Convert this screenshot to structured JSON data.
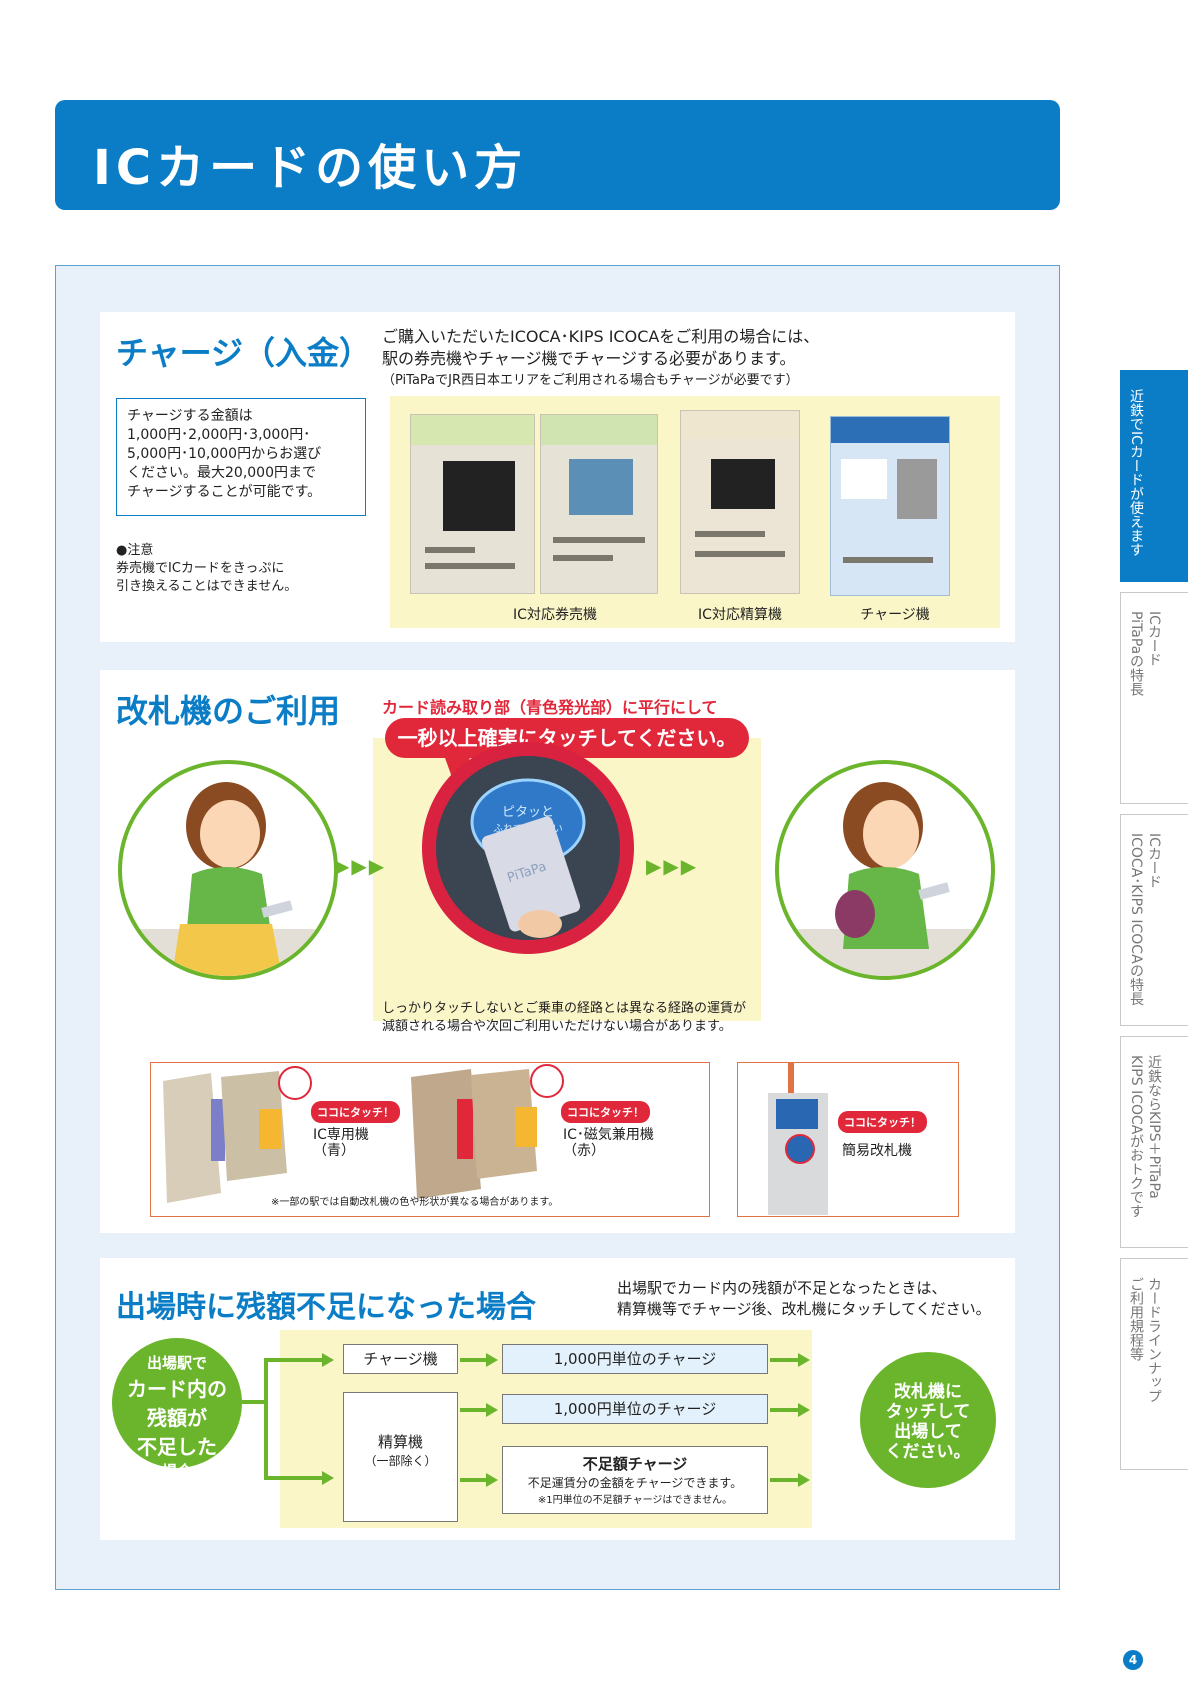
{
  "page_title": "ICカードの使い方",
  "charge": {
    "title": "チャージ（入金）",
    "desc_line1": "ご購入いただいたICOCA･KIPS ICOCAをご利用の場合には、",
    "desc_line2": "駅の券売機やチャージ機でチャージする必要があります。",
    "desc_line3": "（PiTaPaでJR西日本エリアをご利用される場合もチャージが必要です）",
    "amount_l1": "チャージする金額は",
    "amount_l2": "1,000円･2,000円･3,000円･",
    "amount_l3": "5,000円･10,000円からお選び",
    "amount_l4": "ください。最大20,000円まで",
    "amount_l5": "チャージすることが可能です。",
    "note_title": "●注意",
    "note_l1": "券売機でICカードをきっぷに",
    "note_l2": "引き換えることはできません。",
    "machine_labels": [
      "IC対応券売機",
      "IC対応精算機",
      "チャージ機"
    ]
  },
  "gate": {
    "title": "改札機のご利用",
    "red_caption": "カード読み取り部（青色発光部）に平行にして",
    "bubble": "一秒以上確実にタッチしてください。",
    "reader_text_1": "ピタッと",
    "reader_text_2": "ふれてください",
    "card_text": "PiTaPa",
    "warning_l1": "しっかりタッチしないとご乗車の経路とは異なる経路の運賃が",
    "warning_l2": "減額される場合や次回ご利用いただけない場合があります。",
    "touch_tag": "ココにタッチ！",
    "gate1_l1": "IC専用機",
    "gate1_l2": "（青）",
    "gate2_l1": "IC･磁気兼用機",
    "gate2_l2": "（赤）",
    "gate3": "簡易改札機",
    "gates_note": "※一部の駅では自動改札機の色や形状が異なる場合があります。"
  },
  "shortage": {
    "title": "出場時に残額不足になった場合",
    "desc_l1": "出場駅でカード内の残額が不足となったときは、",
    "desc_l2": "精算機等でチャージ後、改札機にタッチしてください。",
    "left_l1": "出場駅で",
    "left_l2": "カード内の",
    "left_l3": "残額が",
    "left_l4": "不足した",
    "left_l5": "場合",
    "box_charge_machine": "チャージ機",
    "box_1000_a": "1,000円単位のチャージ",
    "box_1000_b": "1,000円単位のチャージ",
    "box_seisan": "精算機",
    "box_seisan_sub": "（一部除く）",
    "box_short_title": "不足額チャージ",
    "box_short_l1": "不足運賃分の金額をチャージできます。",
    "box_short_l2": "※1円単位の不足額チャージはできません。",
    "right_l1": "改札機に",
    "right_l2": "タッチして",
    "right_l3": "出場して",
    "right_l4": "ください。"
  },
  "side_tabs": [
    {
      "line1": "近鉄でICカードが使えます",
      "line2": ""
    },
    {
      "line1": "ICカード",
      "line2": "PiTaPaの特長"
    },
    {
      "line1": "ICカード",
      "line2": "ICOCA･KIPS ICOCAの特長"
    },
    {
      "line1": "近鉄ならKIPS＋PiTaPa",
      "line2": "KIPS ICOCAがおトクです"
    },
    {
      "line1": "カードラインナップ",
      "line2": "ご利用規程等"
    }
  ],
  "page_number": "4",
  "colors": {
    "brand_blue": "#0a7dc6",
    "accent_red": "#e0283a",
    "green": "#6bb52c",
    "pale_yellow": "#fbf6c8"
  }
}
